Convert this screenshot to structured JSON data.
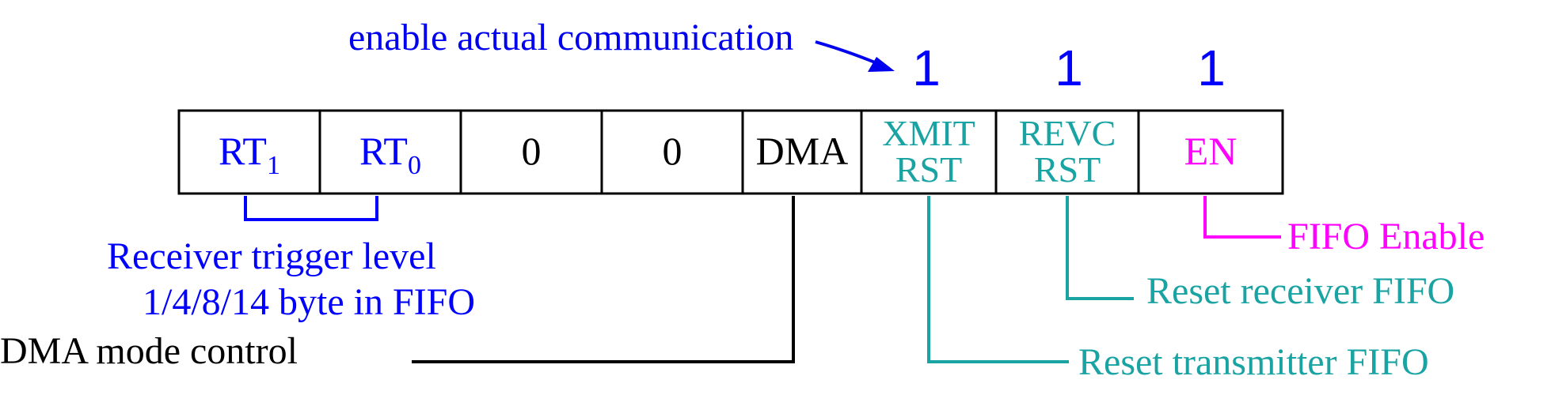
{
  "top_annotation": {
    "text": "enable actual communication",
    "color": "#0000ee"
  },
  "ones": [
    "1",
    "1",
    "1"
  ],
  "bits": [
    {
      "main": "RT",
      "sub": "1",
      "color": "#0000ff"
    },
    {
      "main": "RT",
      "sub": "0",
      "color": "#0000ff"
    },
    {
      "text": "0",
      "color": "#000000"
    },
    {
      "text": "0",
      "color": "#000000"
    },
    {
      "text": "DMA",
      "color": "#000000"
    },
    {
      "line1": "XMIT",
      "line2": "RST",
      "color": "#1aa3a3"
    },
    {
      "line1": "REVC",
      "line2": "RST",
      "color": "#1aa3a3"
    },
    {
      "text": "EN",
      "color": "#ff00ff"
    }
  ],
  "labels": {
    "receiver_trigger_line1": "Receiver trigger level",
    "receiver_trigger_line2": "1/4/8/14 byte in FIFO",
    "dma_mode": "DMA mode control",
    "fifo_enable": "FIFO Enable",
    "reset_receiver": "Reset receiver FIFO",
    "reset_transmitter": "Reset transmitter FIFO"
  },
  "colors": {
    "blue": "#0000ff",
    "teal": "#1aa3a3",
    "magenta": "#ff00ff",
    "black": "#000000",
    "annotation_blue": "#0000ee"
  }
}
